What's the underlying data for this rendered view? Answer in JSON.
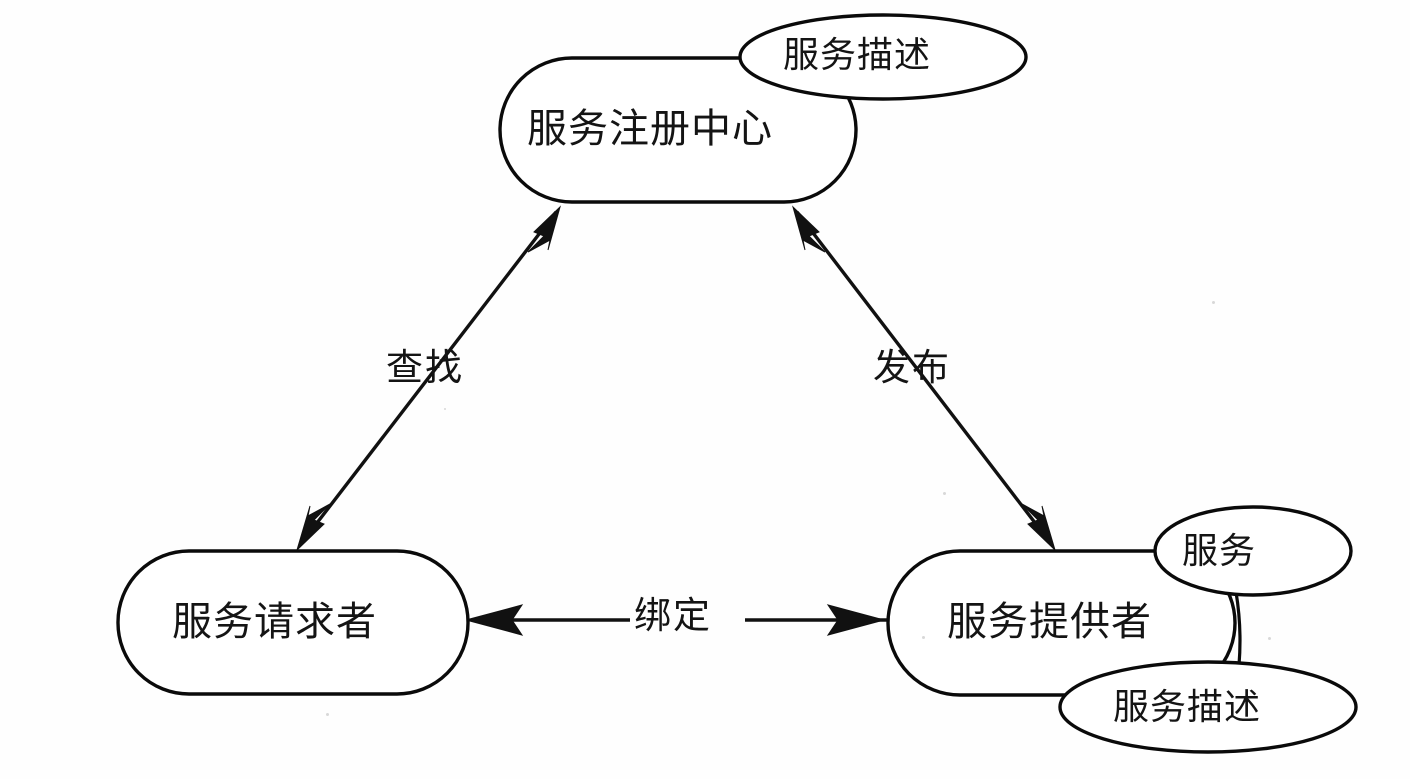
{
  "diagram": {
    "type": "soa-architecture-triangle",
    "background_color": "#fefefe",
    "stroke_color": "#0a0a0a",
    "nodes": [
      {
        "id": "registry",
        "shape": "rounded-rectangle",
        "label": "服务注册中心",
        "position": "top-center"
      },
      {
        "id": "requester",
        "shape": "rounded-rectangle",
        "label": "服务请求者",
        "position": "bottom-left"
      },
      {
        "id": "provider",
        "shape": "rounded-rectangle",
        "label": "服务提供者",
        "position": "bottom-right"
      }
    ],
    "artifacts": [
      {
        "id": "registry-description",
        "shape": "ellipse",
        "label": "服务描述",
        "attached_to": "registry",
        "position": "top-right"
      },
      {
        "id": "provider-service",
        "shape": "ellipse",
        "label": "服务",
        "attached_to": "provider",
        "position": "right-top"
      },
      {
        "id": "provider-description",
        "shape": "ellipse",
        "label": "服务描述",
        "attached_to": "provider",
        "position": "right-bottom"
      }
    ],
    "edges": [
      {
        "id": "find-edge",
        "label": "查找",
        "from": "requester",
        "to": "registry",
        "arrows": "both"
      },
      {
        "id": "publish-edge",
        "label": "发布",
        "from": "provider",
        "to": "registry",
        "arrows": "both"
      },
      {
        "id": "bind-edge",
        "label": "绑定",
        "from": "provider",
        "to": "requester",
        "arrows": "both"
      }
    ]
  }
}
